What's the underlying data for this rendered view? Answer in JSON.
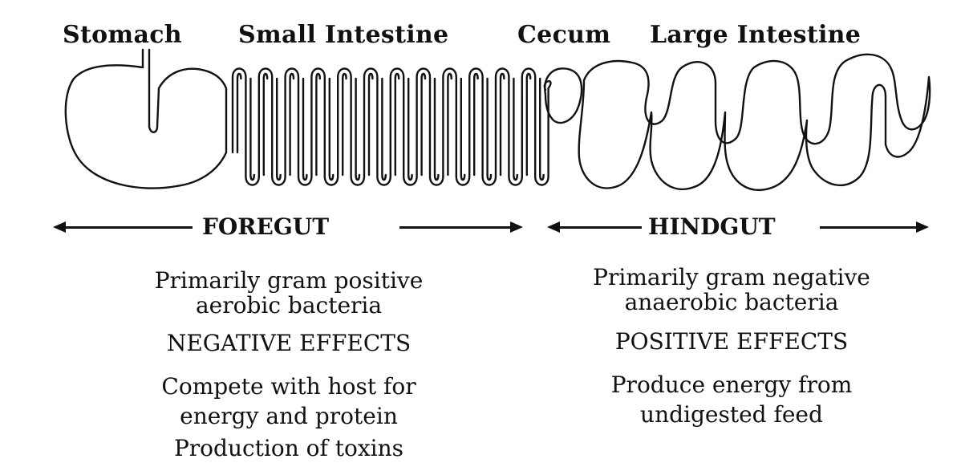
{
  "labels": {
    "stomach": "Stomach",
    "small_intestine": "Small Intestine",
    "cecum": "Cecum",
    "large_intestine": "Large Intestine"
  },
  "foregut": {
    "title": "FOREGUT",
    "bacteria_line1": "Primarily gram positive",
    "bacteria_line2": "aerobic bacteria",
    "effects_heading": "NEGATIVE EFFECTS",
    "effect_line1": "Compete with host for",
    "effect_line2": "energy and protein",
    "effect_line3": "Production of toxins"
  },
  "hindgut": {
    "title": "HINDGUT",
    "bacteria_line1": "Primarily gram negative",
    "bacteria_line2": "anaerobic bacteria",
    "effects_heading": "POSITIVE EFFECTS",
    "effect_line1": "Produce energy from",
    "effect_line2": "undigested feed"
  },
  "colors": {
    "ink": "#111111",
    "background": "#ffffff"
  }
}
